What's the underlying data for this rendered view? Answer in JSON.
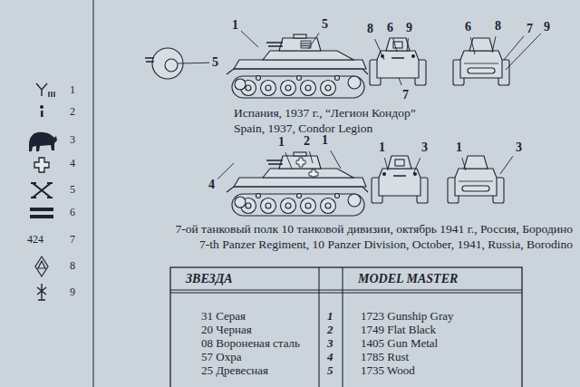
{
  "diagram": {
    "labels": [
      "1",
      "2",
      "3",
      "4",
      "5",
      "6",
      "424",
      "7",
      "8",
      "9",
      "1",
      "5",
      "8",
      "6",
      "9",
      "6",
      "8",
      "7",
      "9",
      "5",
      "7",
      "Испания, 1937 г., “Легион Кондор”",
      "Spain, 1937, Condor Legion",
      "1",
      "2",
      "1",
      "1",
      "3",
      "1",
      "3",
      "4",
      "7-ой танковый полк 10 танковой дивизии, октябрь 1941 г., Россия, Бородино",
      "7-th Panzer Regiment, 10 Panzer Division, October, 1941, Russia, Borodino",
      "ЗВЕЗДА",
      "MODEL MASTER",
      "31 Серая",
      "1",
      "1723 Gunship Gray",
      "20 Черная",
      "2",
      "1749 Flat Black",
      "08 Вороненая сталь",
      "3",
      "1405 Gun Metal",
      "57 Охра",
      "4",
      "1785 Rust",
      "25 Древесная",
      "5",
      "1735 Wood"
    ]
  }
}
